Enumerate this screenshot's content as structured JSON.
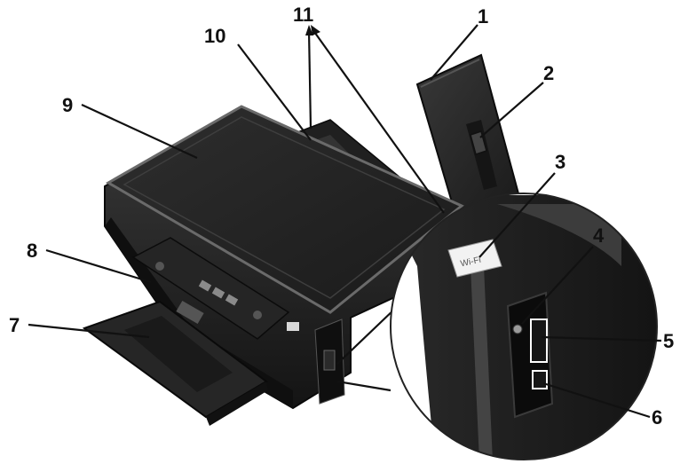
{
  "callouts": {
    "c1": "1",
    "c2": "2",
    "c3": "3",
    "c4": "4",
    "c5": "5",
    "c6": "6",
    "c7": "7",
    "c8": "8",
    "c9": "9",
    "c10": "10",
    "c11": "11"
  },
  "wifi_badge": "Wi-Fi",
  "colors": {
    "printer_body": "#1e1e1e",
    "printer_highlight": "#4a4a4a",
    "paper_support": "#262626",
    "background": "#ffffff",
    "callout": "#111111"
  }
}
